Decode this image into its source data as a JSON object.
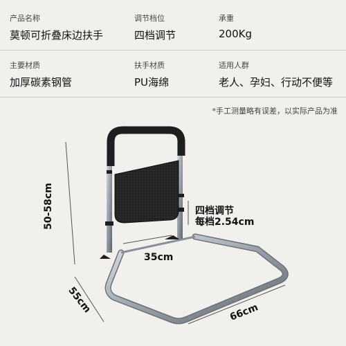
{
  "specs": [
    {
      "label": "产品名称",
      "value": "莫顿可折叠床边扶手"
    },
    {
      "label": "调节档位",
      "value": "四档调节"
    },
    {
      "label": "承重",
      "value": "200Kg"
    },
    {
      "label": "主要材质",
      "value": "加厚碳素钢管"
    },
    {
      "label": "扶手材质",
      "value": "PU海绵"
    },
    {
      "label": "适用人群",
      "value": "老人、孕妇、行动不便等"
    }
  ],
  "note": "*手工测量略有误差，以实际产品为准",
  "dimensions": {
    "height": "50-58cm",
    "adjust_line1": "四档调节",
    "adjust_line2": "每档2.54cm",
    "inner_width": "35cm",
    "depth": "55cm",
    "length": "66cm"
  },
  "colors": {
    "background": "#f1f0ec",
    "frame": "#b9bfc6",
    "grip": "#1e1e1e",
    "mesh": "#2a2a2a"
  }
}
